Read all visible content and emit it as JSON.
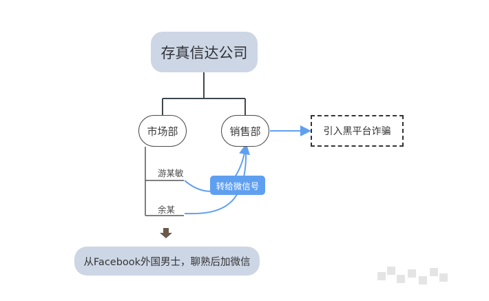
{
  "diagram": {
    "root": "存真信达公司",
    "departments": {
      "market": "市场部",
      "sales": "销售部"
    },
    "target": "引入黑平台诈骗",
    "people": [
      "游某敏",
      "余某"
    ],
    "transfer_label": "转给微信号",
    "bottom_note": "从Facebook外国男士，聊熟后加微信"
  },
  "colors": {
    "node_fill": "#cdd6e5",
    "accent_blue": "#5f9ff0",
    "line_dark": "#3f464d",
    "arrow_brown": "#6b5a4a"
  }
}
